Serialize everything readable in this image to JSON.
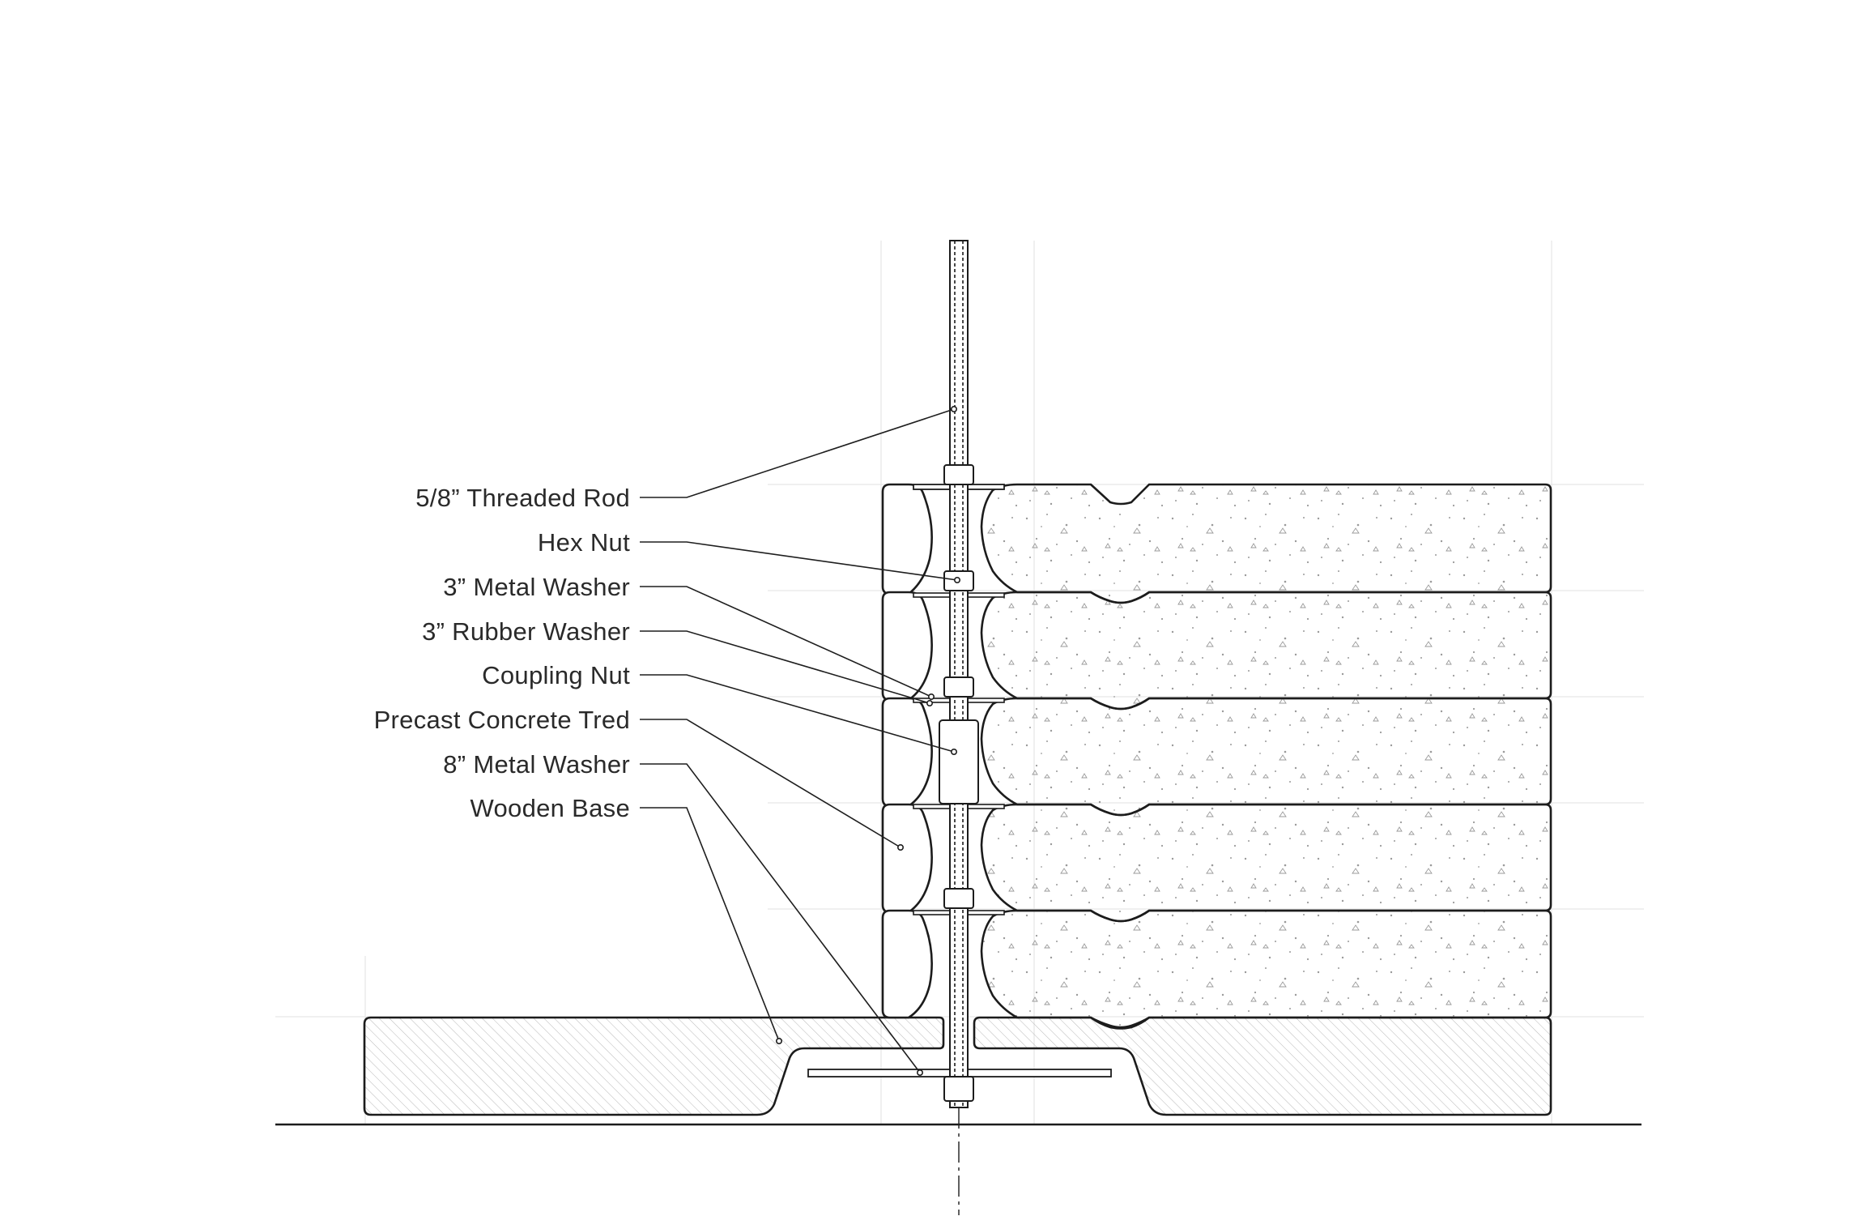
{
  "diagram": {
    "labels": [
      {
        "id": "threaded-rod",
        "text": "5/8” Threaded Rod"
      },
      {
        "id": "hex-nut",
        "text": "Hex Nut"
      },
      {
        "id": "metal-washer-3",
        "text": "3” Metal Washer"
      },
      {
        "id": "rubber-washer-3",
        "text": "3” Rubber Washer"
      },
      {
        "id": "coupling-nut",
        "text": "Coupling Nut"
      },
      {
        "id": "precast-concrete-tred",
        "text": "Precast Concrete Tred"
      },
      {
        "id": "metal-washer-8",
        "text": "8” Metal Washer"
      },
      {
        "id": "wooden-base",
        "text": "Wooden Base"
      }
    ],
    "colors": {
      "line": "#1c1c1c",
      "guide": "#e6e6e6",
      "text": "#2a2a2a",
      "background": "#ffffff"
    }
  }
}
